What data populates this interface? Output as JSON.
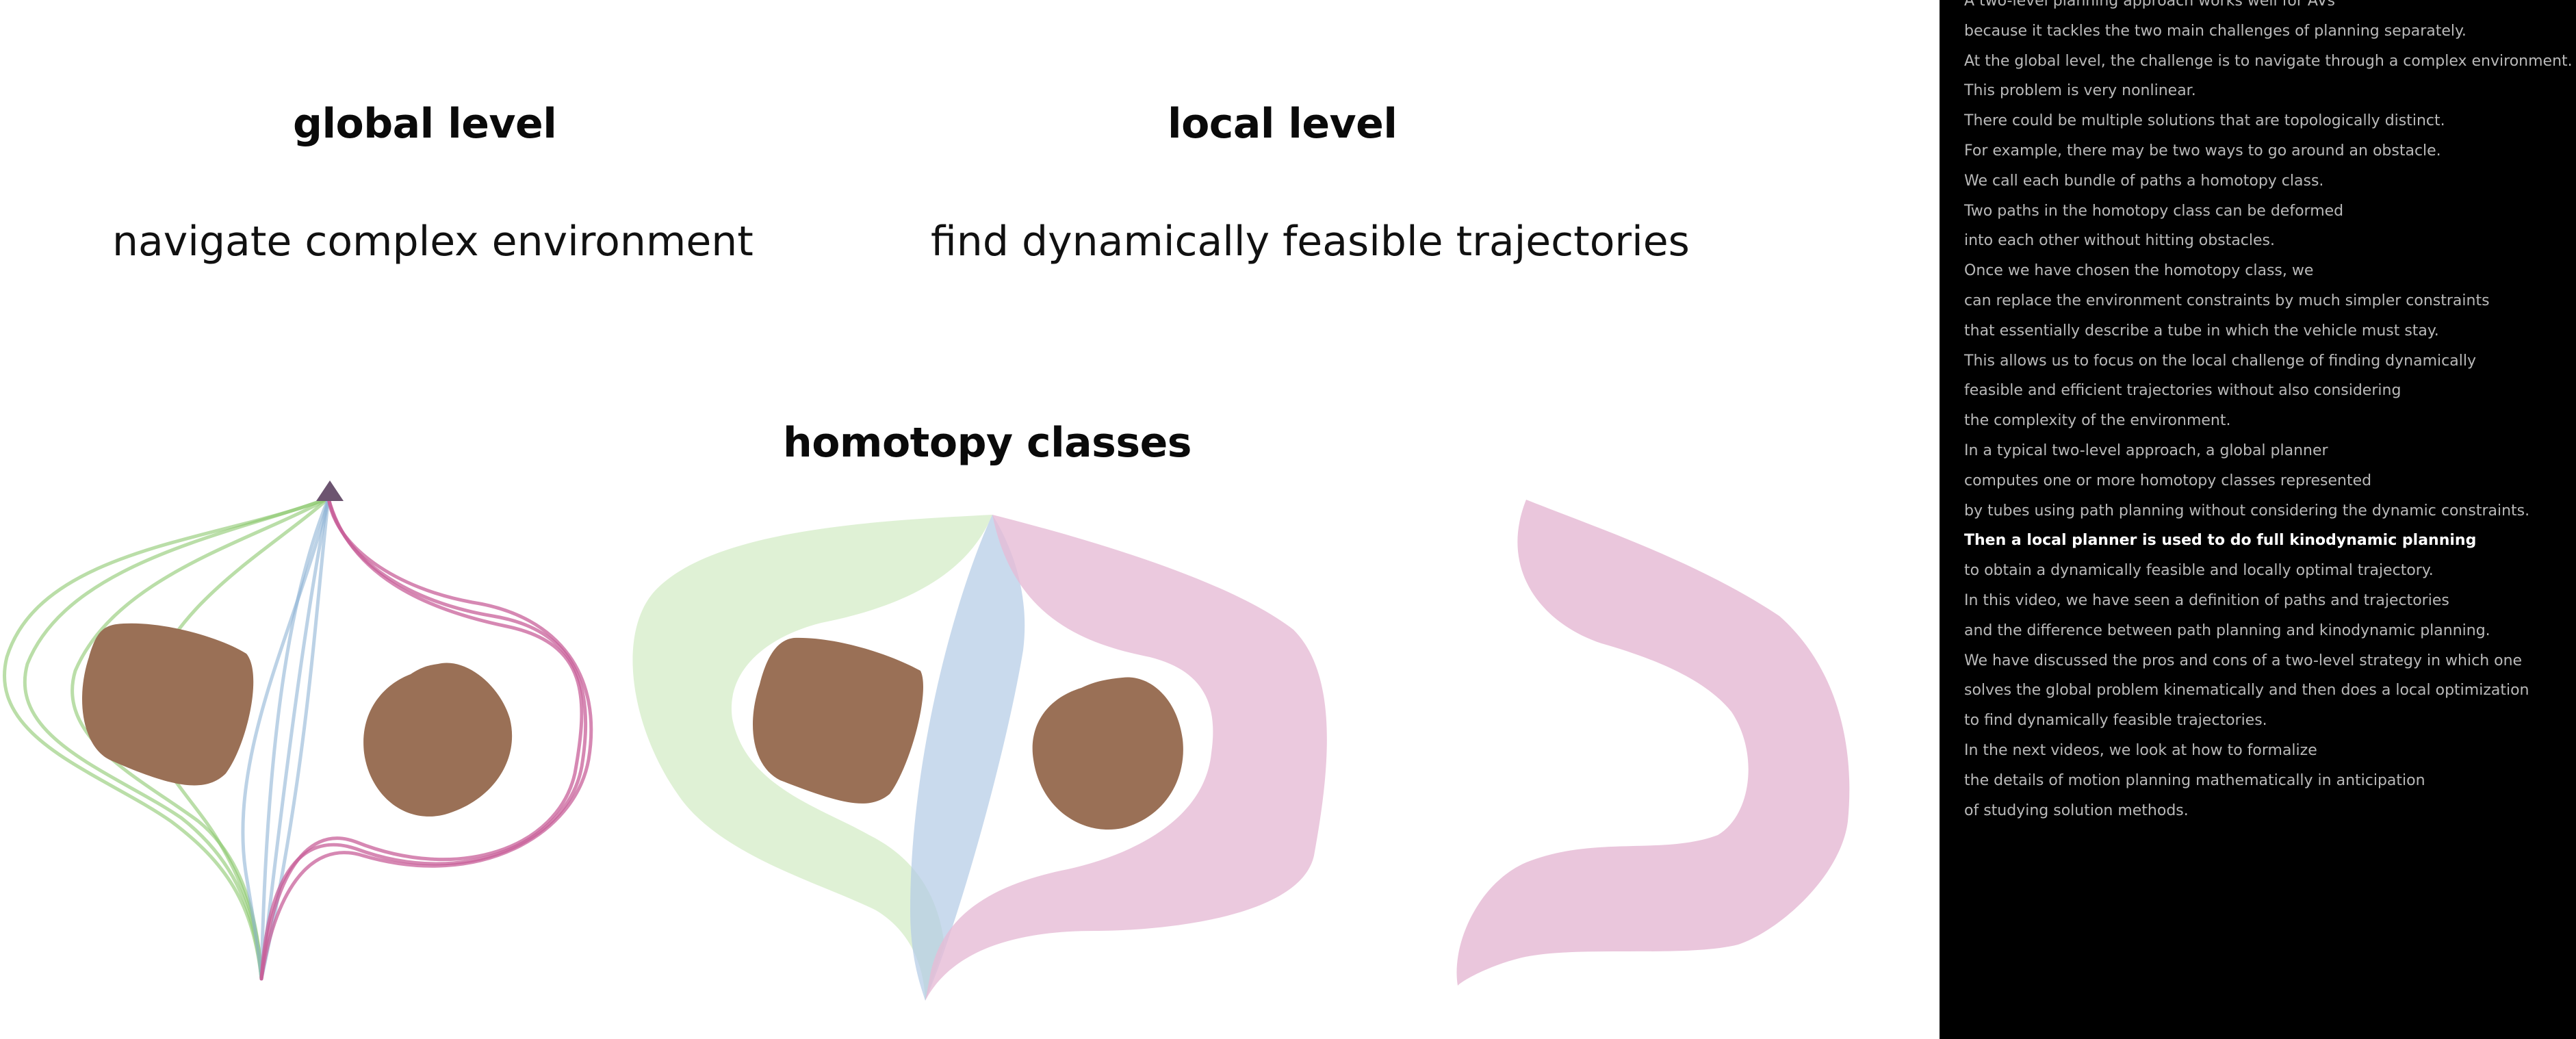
{
  "slide": {
    "global_heading": "global level",
    "global_subheading": "navigate complex environment",
    "local_heading": "local level",
    "local_subheading": "find dynamically feasible  trajectories",
    "homotopy_heading": "homotopy classes"
  },
  "colors": {
    "obstacle": "#9a7056",
    "green_path": "#8cc86e",
    "blue_path": "#8fb4d6",
    "pink_path": "#c8609a",
    "green_tube": "#dcefd0",
    "blue_tube": "#b4cce6",
    "pink_tube": "#e6bcd6",
    "arrow_head": "#6c5470",
    "transcript_bg": "#000000",
    "transcript_text": "#b9b9b9",
    "transcript_current": "#ffffff"
  },
  "transcript": {
    "current_index": 18,
    "lines": [
      "A two-level planning approach works well for AVs",
      "because it tackles the two main challenges of planning separately.",
      "At the global level, the challenge is to navigate through a complex environment.",
      "This problem is very nonlinear.",
      "There could be multiple solutions that are topologically distinct.",
      "For example, there may be two ways to go around an obstacle.",
      "We call each bundle of paths a homotopy class.",
      "Two paths in the homotopy class can be deformed",
      "into each other without hitting obstacles.",
      "Once we have chosen the homotopy class, we",
      "can replace the environment constraints by much simpler constraints",
      "that essentially describe a tube in which the vehicle must stay.",
      "This allows us to focus on the local challenge of finding dynamically",
      "feasible and efficient trajectories without also considering",
      "the complexity of the environment.",
      "In a typical two-level approach, a global planner",
      "computes one or more homotopy classes represented",
      "by tubes using path planning without considering the dynamic constraints.",
      "Then a local planner is used to do full kinodynamic planning",
      "to obtain a dynamically feasible and locally optimal trajectory.",
      "In this video, we have seen a definition of paths and trajectories",
      "and the difference between path planning and kinodynamic planning.",
      "We have discussed the pros and cons of a two-level strategy in which one",
      "solves the global problem kinematically and then does a local optimization",
      "to find dynamically feasible trajectories.",
      "In the next videos, we look at how to formalize",
      "the details of motion planning mathematically in anticipation",
      "of studying solution methods."
    ]
  }
}
